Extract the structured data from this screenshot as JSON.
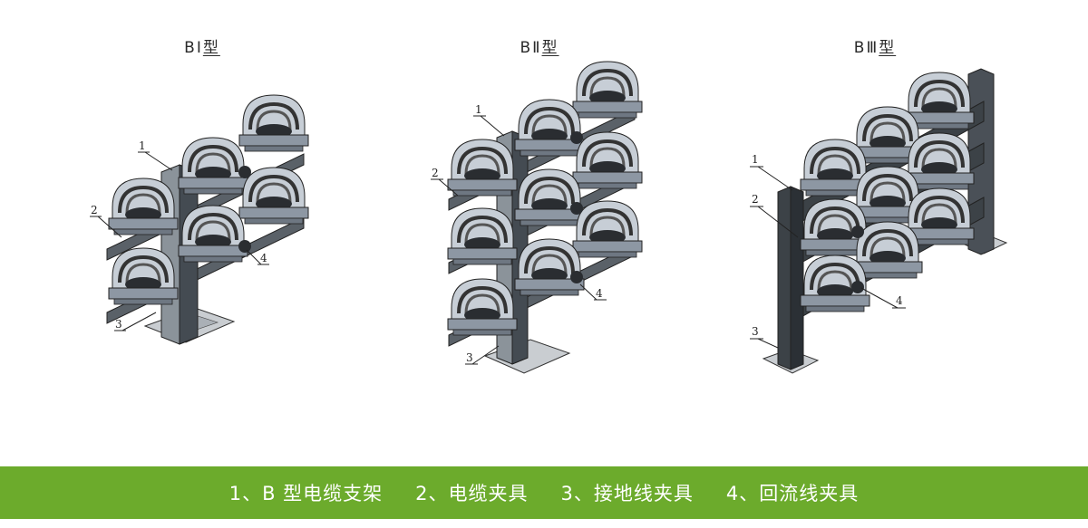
{
  "titles": [
    {
      "prefix": "BⅠ",
      "suffix": "型"
    },
    {
      "prefix": "BⅡ",
      "suffix": "型"
    },
    {
      "prefix": "BⅢ",
      "suffix": "型"
    }
  ],
  "callouts": [
    "1",
    "2",
    "3",
    "4"
  ],
  "legend": [
    "1、B 型电缆支架",
    "2、电缆夹具",
    "3、接地线夹具",
    "4、回流线夹具"
  ],
  "colors": {
    "banner": "#6cab2c",
    "frame_light": "#b7bec4",
    "frame_dark": "#3c4247",
    "clamp": "#9ca6b3"
  }
}
